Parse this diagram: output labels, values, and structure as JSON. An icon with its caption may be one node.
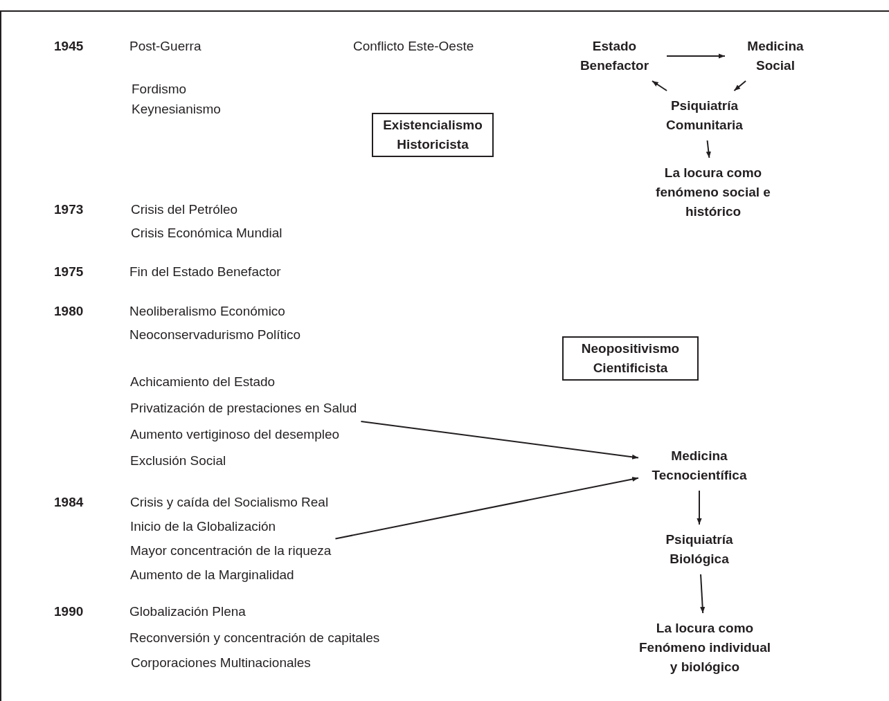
{
  "diagram": {
    "nodes": [
      {
        "text": [
          "Estado Benefactor"
        ]
      },
      {
        "text": [
          "Medicina Social"
        ]
      },
      {
        "text": [
          "Psiquiatría Comunitaria"
        ]
      },
      {
        "text": [
          "La locura como fenómeno social e histórico"
        ]
      },
      {
        "text": [
          "Existencialismo Historicista"
        ]
      },
      {
        "text": [
          "Neopositivismo Cientificista"
        ]
      },
      {
        "text": [
          "Achicamiento del Estado",
          "Privatización de prestaciones en Salud",
          "Aumento vertiginoso del desempleo",
          "Exclusión Social"
        ]
      },
      {
        "text": [
          "Medicina Tecnocientífica"
        ]
      },
      {
        "text": [
          "Crisis y caída del Socialismo Real",
          "Inicio de la Globalización",
          "Mayor concentración de la riqueza",
          "Aumento de la Marginalidad"
        ],
        "beside": [
          "1984"
        ]
      },
      {
        "text": [
          "Psiquiatría Biológica"
        ]
      },
      {
        "text": [
          "La locura como Fenómeno individual y biológico"
        ]
      }
    ],
    "edges": [
      {
        "from": 0,
        "to": 1,
        "arrow": "to"
      },
      {
        "from": 1,
        "to": 2,
        "arrow": "to"
      },
      {
        "from": 2,
        "to": 0,
        "arrow": "to"
      },
      {
        "from": 2,
        "to": 3,
        "arrow": "to"
      },
      {
        "from": 6,
        "to": 7,
        "arrow": "to"
      },
      {
        "from": 8,
        "to": 7,
        "arrow": "to"
      },
      {
        "from": 7,
        "to": 9,
        "arrow": "to"
      },
      {
        "from": 9,
        "to": 10,
        "arrow": "to"
      }
    ],
    "labels": [
      "1945",
      "Post-Guerra",
      "Conflicto Este-Oeste",
      "Fordismo",
      "Keynesianismo",
      "1973",
      "Crisis del Petróleo",
      "Crisis Económica Mundial",
      "1975",
      "Fin del Estado Benefactor",
      "1980",
      "Neoliberalismo Económico",
      "Neoconservadurismo Político",
      "1990",
      "Globalización Plena",
      "Reconversión y concentración de capitales",
      "Corporaciones Multinacionales"
    ]
  }
}
